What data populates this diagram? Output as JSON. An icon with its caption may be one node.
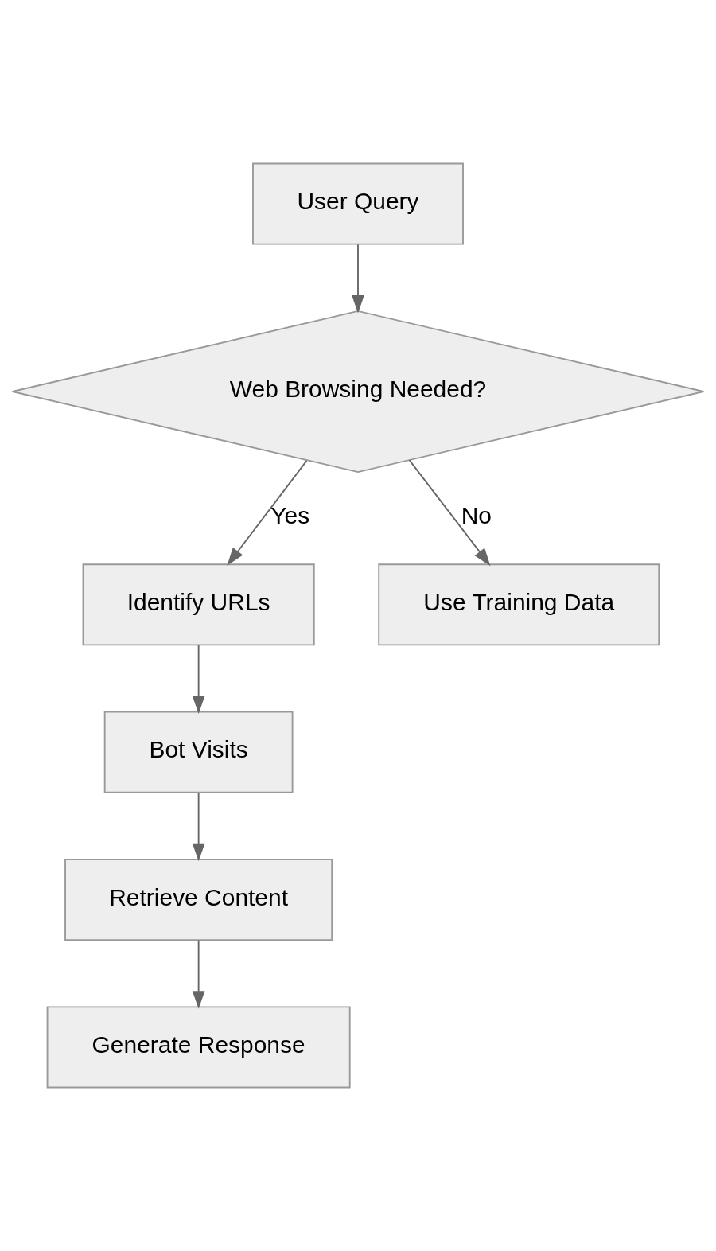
{
  "diagram": {
    "nodes": [
      {
        "text": [
          "User Query"
        ]
      },
      {
        "text": [
          "Web Browsing Needed?"
        ]
      },
      {
        "text": [
          "Identify URLs"
        ]
      },
      {
        "text": [
          "Use Training Data"
        ]
      },
      {
        "text": [
          "Bot Visits"
        ]
      },
      {
        "text": [
          "Retrieve Content"
        ]
      },
      {
        "text": [
          "Generate Response"
        ]
      }
    ],
    "edges": [
      {
        "from": 0,
        "to": 1,
        "arrow": "to"
      },
      {
        "from": 1,
        "to": 2,
        "arrow": "to",
        "label": "Yes"
      },
      {
        "from": 1,
        "to": 3,
        "arrow": "to",
        "label": "No"
      },
      {
        "from": 2,
        "to": 4,
        "arrow": "to"
      },
      {
        "from": 4,
        "to": 5,
        "arrow": "to"
      },
      {
        "from": 5,
        "to": 6,
        "arrow": "to"
      }
    ]
  }
}
